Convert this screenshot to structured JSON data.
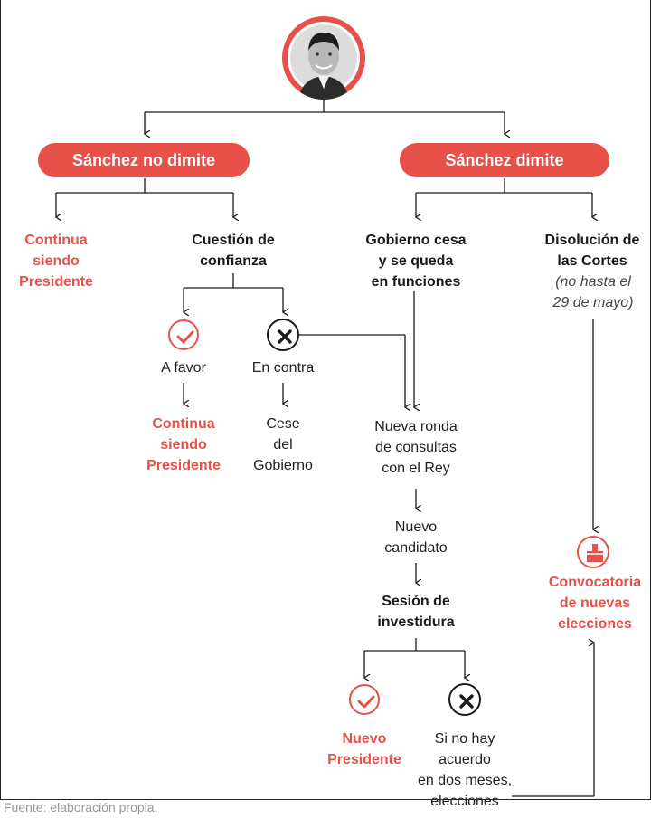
{
  "colors": {
    "accent": "#e8514a",
    "dark": "#1a1a1a",
    "source": "#999999"
  },
  "top": {
    "portrait": "portrait-photo"
  },
  "branches": {
    "left": {
      "label": "Sánchez no dimite"
    },
    "right": {
      "label": "Sánchez dimite"
    }
  },
  "nodes": {
    "continua_1": [
      "Continua",
      "siendo",
      "Presidente"
    ],
    "cuestion": [
      "Cuestión de",
      "confianza"
    ],
    "gobierno_cesa": [
      "Gobierno cesa",
      "y se queda",
      "en funciones"
    ],
    "disolucion": [
      "Disolución de",
      "las Cortes"
    ],
    "disolucion_note": [
      "(no hasta el",
      "29 de mayo)"
    ],
    "a_favor": "A favor",
    "en_contra": "En contra",
    "continua_2": [
      "Continua",
      "siendo",
      "Presidente"
    ],
    "cese": [
      "Cese",
      "del",
      "Gobierno"
    ],
    "nueva_ronda": [
      "Nueva ronda",
      "de consultas",
      "con el Rey"
    ],
    "nuevo_candidato": [
      "Nuevo",
      "candidato"
    ],
    "sesion": [
      "Sesión de",
      "investidura"
    ],
    "nuevo_presidente": [
      "Nuevo",
      "Presidente"
    ],
    "si_no_hay": [
      "Si no hay",
      "acuerdo",
      "en dos meses,",
      "elecciones"
    ],
    "convocatoria": [
      "Convocatoria",
      "de nuevas",
      "elecciones"
    ]
  },
  "icons": {
    "check": "check-icon",
    "cross": "cross-icon",
    "ballot": "ballot-box-icon"
  },
  "source": "Fuente: elaboración propia."
}
